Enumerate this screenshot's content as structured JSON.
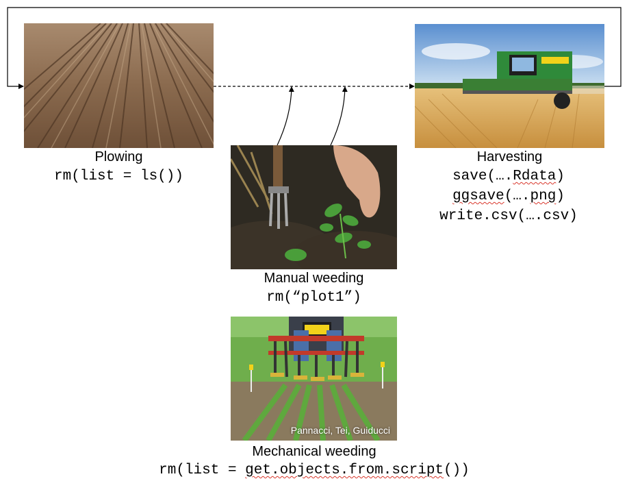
{
  "stages": {
    "plowing": {
      "title": "Plowing",
      "code": "rm(list = ls())"
    },
    "manual_weeding": {
      "title": "Manual weeding",
      "code": "rm(“plot1”)"
    },
    "mechanical_weeding": {
      "title": "Mechanical weeding",
      "code_prefix": "rm(list = ",
      "code_func": "get.objects.from.script",
      "code_suffix": "())",
      "photo_credit": "Pannacci, Tei, Guiducci"
    },
    "harvesting": {
      "title": "Harvesting",
      "code_lines": [
        {
          "prefix": "save(….",
          "ext": "Rdata",
          "suffix": ")"
        },
        {
          "prefix": "",
          "ext": "ggsave",
          "suffix": "(….",
          "ext2": "png",
          "suffix2": ")"
        },
        {
          "prefix": "write.csv(….csv)",
          "ext": "",
          "suffix": ""
        }
      ]
    }
  },
  "colors": {
    "line": "#000000",
    "soil": "#8a6a4e",
    "wheat": "#d9a95a",
    "sky": "#8fb8e0",
    "tractor_green": "#2f8a3a",
    "weed_green": "#4a9e3a",
    "grass": "#6fae4c"
  },
  "icons": {
    "plowing": "plowed-field-photo",
    "manual_weeding": "hand-weeding-photo",
    "mechanical_weeding": "weeding-machine-photo",
    "harvesting": "combine-harvester-photo"
  }
}
